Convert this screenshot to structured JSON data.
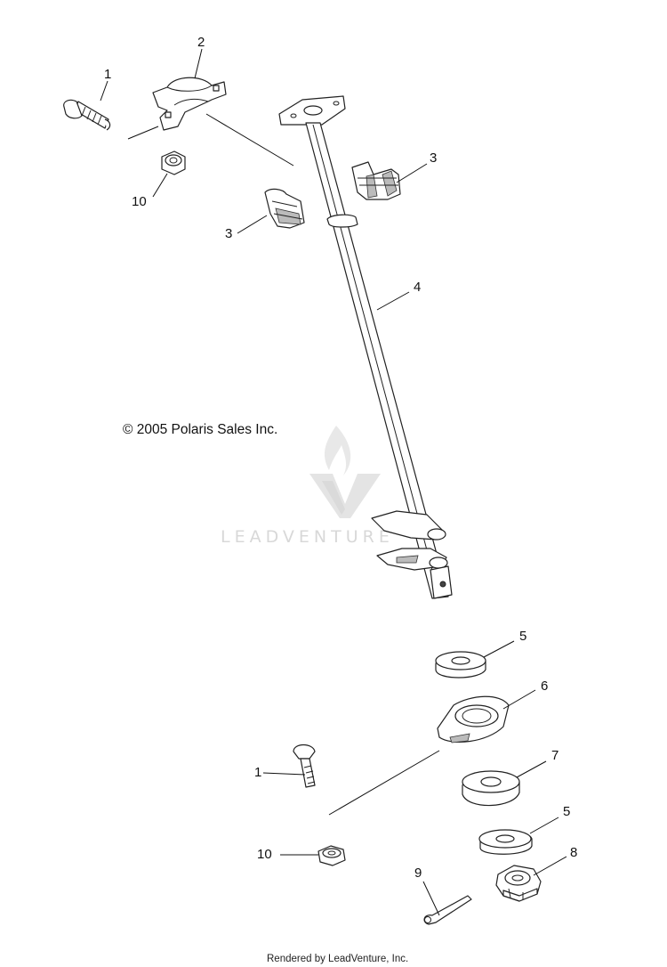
{
  "copyright": "© 2005 Polaris Sales Inc.",
  "footer": "Rendered by LeadVenture, Inc.",
  "watermark": {
    "text": "LEADVENTURE",
    "color": "#d8d8d8"
  },
  "callouts": {
    "top_bolt": "1",
    "top_clamp": "2",
    "bushing_right": "3",
    "bushing_left": "3",
    "steering_post": "4",
    "washer_top": "5",
    "bearing_flange": "6",
    "spacer": "7",
    "washer_bottom": "5",
    "castle_nut": "8",
    "cotter_pin": "9",
    "top_nut": "10",
    "bottom_bolt": "1",
    "bottom_nut": "10"
  }
}
